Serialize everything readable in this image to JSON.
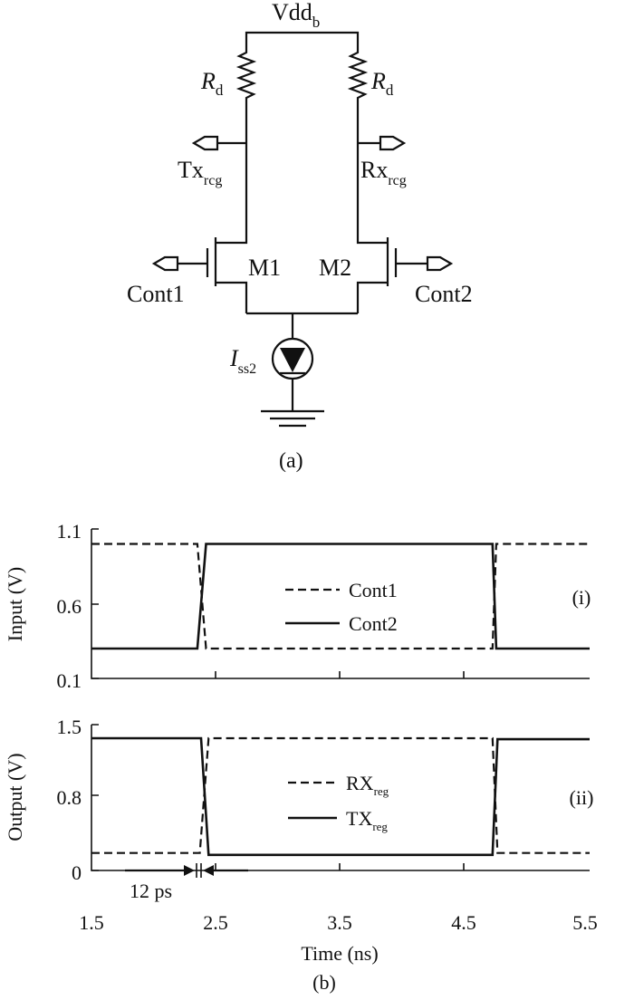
{
  "circuit": {
    "supply": {
      "main": "Vdd",
      "sub": "b"
    },
    "left_resistor": {
      "main": "R",
      "sub": "d"
    },
    "right_resistor": {
      "main": "R",
      "sub": "d"
    },
    "tx_port": {
      "main": "Tx",
      "sub": "rcg"
    },
    "rx_port": {
      "main": "Rx",
      "sub": "rcg"
    },
    "transistor_left": "M1",
    "transistor_right": "M2",
    "control_left": "Cont1",
    "control_right": "Cont2",
    "current_source": {
      "main": "I",
      "sub": "ss2"
    },
    "caption": "(a)"
  },
  "figure_b": {
    "caption": "(b)",
    "time_marker": "12 ps"
  },
  "chart_data": [
    {
      "type": "line",
      "panel_label": "(i)",
      "ylabel": "Input (V)",
      "yticks": [
        "1.1",
        "0.6",
        "0.1"
      ],
      "ylim": [
        0.1,
        1.1
      ],
      "xlim": [
        1.5,
        5.5
      ],
      "series": [
        {
          "name": "Cont1",
          "style": "dashed",
          "x": [
            1.5,
            2.35,
            2.42,
            4.72,
            4.75,
            5.5
          ],
          "y": [
            1.0,
            1.0,
            0.3,
            0.3,
            1.0,
            1.0
          ]
        },
        {
          "name": "Cont2",
          "style": "solid",
          "x": [
            1.5,
            2.35,
            2.42,
            4.72,
            4.75,
            5.5
          ],
          "y": [
            0.3,
            0.3,
            1.0,
            1.0,
            0.3,
            0.3
          ]
        }
      ]
    },
    {
      "type": "line",
      "panel_label": "(ii)",
      "ylabel": "Output (V)",
      "xlabel": "Time (ns)",
      "yticks": [
        "1.5",
        "0.8",
        "0"
      ],
      "xticks": [
        "1.5",
        "2.5",
        "3.5",
        "4.5",
        "5.5"
      ],
      "ylim": [
        0,
        1.5
      ],
      "xlim": [
        1.5,
        5.5
      ],
      "series": [
        {
          "name": "RX",
          "name_sub": "reg",
          "style": "dashed",
          "x": [
            1.5,
            2.37,
            2.44,
            4.72,
            4.76,
            5.5
          ],
          "y": [
            0.18,
            0.18,
            1.36,
            1.36,
            0.18,
            0.18
          ]
        },
        {
          "name": "TX",
          "name_sub": "reg",
          "style": "solid",
          "x": [
            1.5,
            2.38,
            2.44,
            4.72,
            4.76,
            5.5
          ],
          "y": [
            1.36,
            1.36,
            0.16,
            0.16,
            1.35,
            1.35
          ]
        }
      ]
    }
  ]
}
